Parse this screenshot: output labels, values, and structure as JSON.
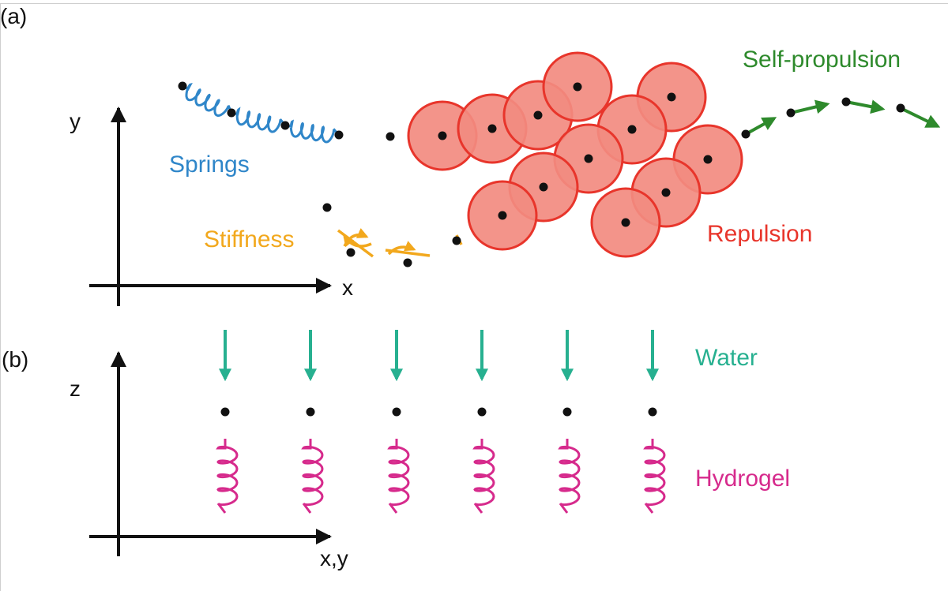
{
  "panels": {
    "a": {
      "label": "(a)",
      "axes": {
        "y_label": "y",
        "x_label": "x"
      },
      "annotations": {
        "springs": "Springs",
        "stiffness": "Stiffness",
        "repulsion": "Repulsion",
        "self_propulsion": "Self-propulsion"
      }
    },
    "b": {
      "label": "(b)",
      "axes": {
        "z_label": "z",
        "x_label": "x,y"
      },
      "annotations": {
        "water": "Water",
        "hydrogel": "Hydrogel"
      },
      "column_count": 6
    }
  },
  "colors": {
    "springs": "#2f86c9",
    "stiffness": "#f2a81d",
    "repulsion": "#e8352b",
    "repulsion_fill": "#f28b80",
    "self_propulsion": "#2e8a2c",
    "water": "#27b090",
    "hydrogel": "#d62a8c",
    "node": "#111111",
    "axis": "#111111"
  }
}
